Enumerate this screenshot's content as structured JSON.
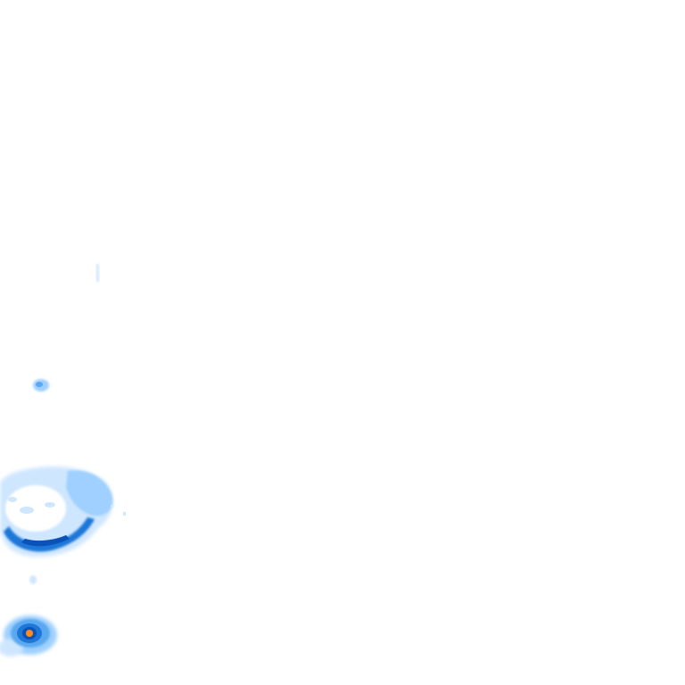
{
  "map": {
    "kind": "precipitation radar overlay",
    "background": "#ffffff",
    "palette": {
      "very_light": "#cfe6ff",
      "light": "#9fd0ff",
      "medium": "#5aa8f0",
      "strong": "#1f77d8",
      "very_strong": "#0b52b8",
      "peak": "#ff8c1a"
    },
    "echoes": [
      {
        "name": "thin-streak",
        "intensity": "very_light"
      },
      {
        "name": "small-cell",
        "intensity": "light"
      },
      {
        "name": "ring-cluster",
        "intensity": "strong"
      },
      {
        "name": "stray-fleck",
        "intensity": "very_light"
      },
      {
        "name": "core-cell",
        "intensity": "peak"
      }
    ]
  }
}
